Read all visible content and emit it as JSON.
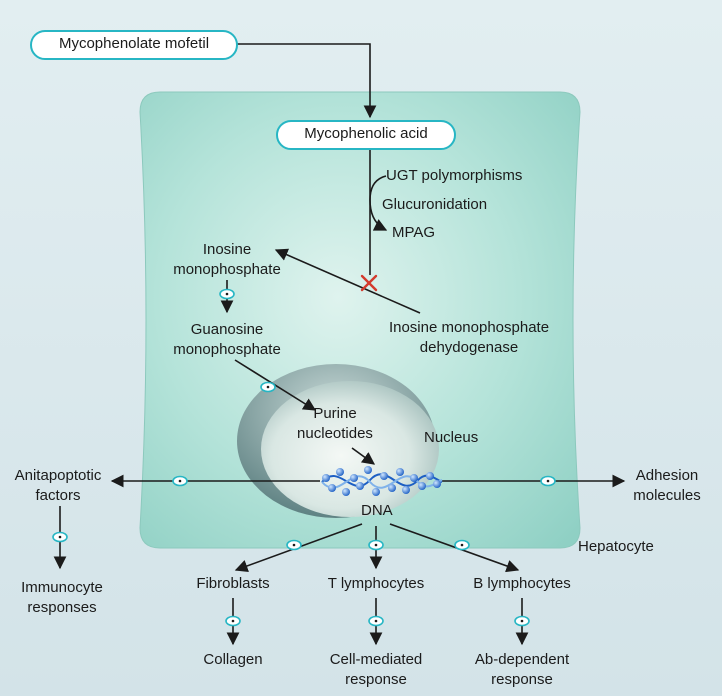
{
  "nodes": {
    "mmf": "Mycophenolate mofetil",
    "mpa": "Mycophenolic acid",
    "ugt": "UGT polymorphisms",
    "gluc": "Glucuronidation",
    "mpag": "MPAG",
    "imp_1": "Inosine",
    "imp_2": "monophosphate",
    "gmp_1": "Guanosine",
    "gmp_2": "monophosphate",
    "impdh_1": "Inosine monophosphate",
    "impdh_2": "dehydogenase",
    "purine_1": "Purine",
    "purine_2": "nucleotides",
    "nucleus": "Nucleus",
    "dna": "DNA",
    "hepatocyte": "Hepatocyte",
    "antiapop_1": "Anitapoptotic",
    "antiapop_2": "factors",
    "adhesion_1": "Adhesion",
    "adhesion_2": "molecules",
    "immuno_1": "Immunocyte",
    "immuno_2": "responses",
    "fibro": "Fibroblasts",
    "tlym": "T lymphocytes",
    "blym": "B lymphocytes",
    "collagen": "Collagen",
    "cellmed_1": "Cell-mediated",
    "cellmed_2": "response",
    "abdep_1": "Ab-dependent",
    "abdep_2": "response"
  },
  "colors": {
    "cell_fill": "#9fd9cf",
    "nucleus_fill": "#6e8f90",
    "pill_border": "#27b6c4",
    "inhibit_mark": "#d33a2c",
    "dna": "#2a6fd1"
  }
}
